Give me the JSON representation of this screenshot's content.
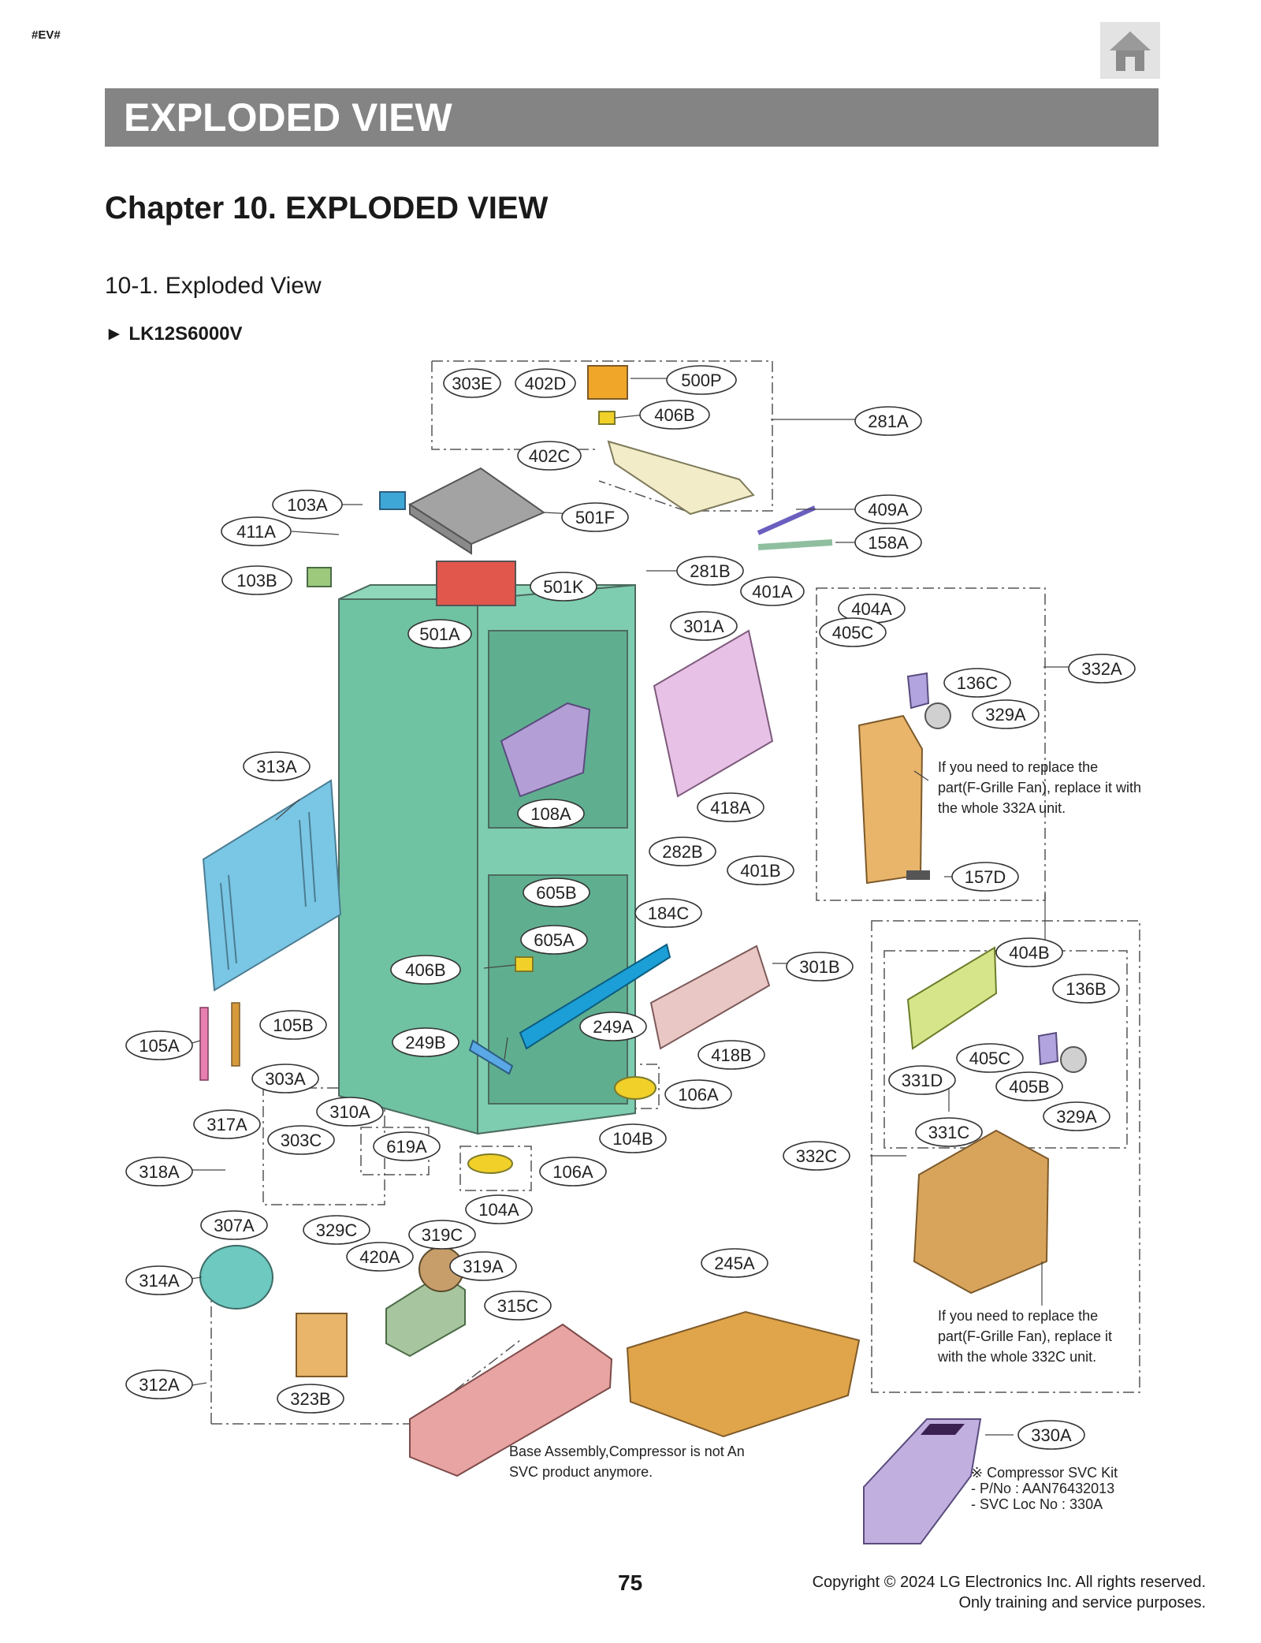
{
  "header": {
    "tag": "#EV#",
    "banner_title": "EXPLODED VIEW",
    "chapter_title": "Chapter 10. EXPLODED VIEW",
    "section_title": "10-1. Exploded View",
    "model": "► LK12S6000V"
  },
  "notes": {
    "note_332A": "If you need to replace the part(F-Grille Fan), replace it with the whole 332A unit.",
    "note_332C": "If you need to replace the part(F-Grille Fan), replace it with the whole 332C unit.",
    "note_base": "Base Assembly,Compressor is not An SVC product anymore.",
    "kit_line1": "※ Compressor SVC Kit",
    "kit_line2": "- P/No : AAN76432013",
    "kit_line3": "- SVC Loc No  : 330A"
  },
  "parts": [
    "303E",
    "402D",
    "500P",
    "406B",
    "281A",
    "402C",
    "103A",
    "501F",
    "409A",
    "411A",
    "158A",
    "281B",
    "103B",
    "501K",
    "401A",
    "404A",
    "501A",
    "301A",
    "405C",
    "332A",
    "136C",
    "329A",
    "313A",
    "108A",
    "418A",
    "282B",
    "401B",
    "605B",
    "184C",
    "157D",
    "605A",
    "301B",
    "406B",
    "404B",
    "136B",
    "105B",
    "249B",
    "249A",
    "105A",
    "418B",
    "405C",
    "303A",
    "331D",
    "405B",
    "106A",
    "310A",
    "329A",
    "317A",
    "331C",
    "104B",
    "303C",
    "619A",
    "332C",
    "318A",
    "106A",
    "104A",
    "307A",
    "329C",
    "319C",
    "420A",
    "245A",
    "319A",
    "314A",
    "315C",
    "312A",
    "323B",
    "330A"
  ],
  "footer": {
    "page_number": "75",
    "copyright_line1": "Copyright © 2024 LG Electronics Inc. All rights reserved.",
    "copyright_line2": "Only training and service purposes."
  },
  "colors": {
    "banner": "#848484",
    "cabinet": "#6fc2a2",
    "label_border": "#444444"
  }
}
